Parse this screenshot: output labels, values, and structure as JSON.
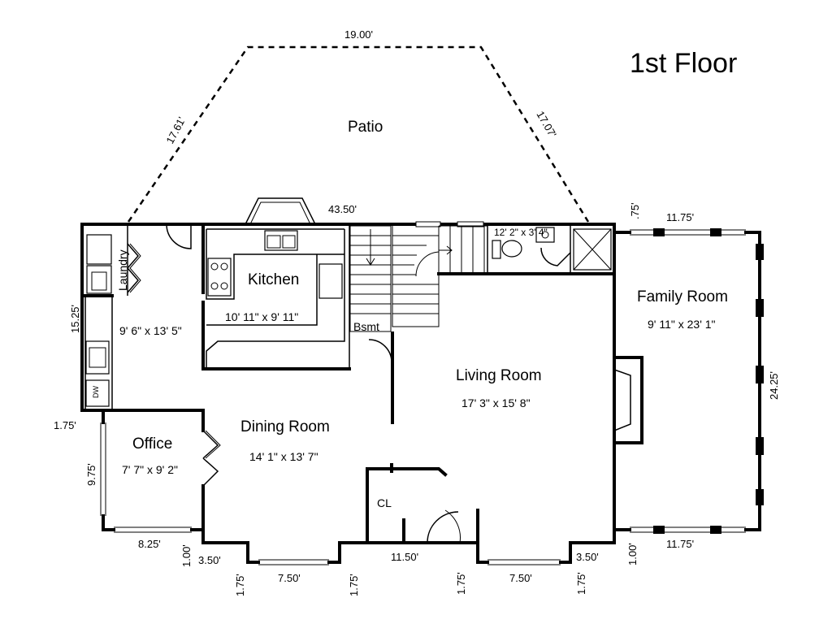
{
  "title": "1st Floor",
  "rooms": {
    "patio": {
      "name": "Patio"
    },
    "laundry": {
      "name": "Laundry"
    },
    "kitchen": {
      "name": "Kitchen",
      "size": "10' 11\" x 9' 11\""
    },
    "hall": {
      "size": "9' 6\" x 13' 5\""
    },
    "bsmt": {
      "name": "Bsmt"
    },
    "bath": {
      "size": "12' 2\" x 3' 4\""
    },
    "living": {
      "name": "Living Room",
      "size": "17' 3\" x 15' 8\""
    },
    "family": {
      "name": "Family Room",
      "size": "9' 11\" x 23' 1\""
    },
    "dining": {
      "name": "Dining Room",
      "size": "14' 1\" x 13' 7\""
    },
    "office": {
      "name": "Office",
      "size": "7' 7\" x 9' 2\""
    },
    "closet": {
      "name": "CL"
    }
  },
  "fixtures": {
    "dishwasher": "DW"
  },
  "dimensions": {
    "patio_top": "19.00'",
    "patio_left": "17.61'",
    "patio_right": "17.07'",
    "top_wall": "43.50'",
    "family_step": ".75'",
    "family_top": "11.75'",
    "left_upper": "15.25'",
    "left_step": "1.75'",
    "office_left": "9.75'",
    "office_bottom": "8.25'",
    "dining_step_v": "1.00'",
    "dining_step_h": "3.50'",
    "bay1_left": "1.75'",
    "bay1_width": "7.50'",
    "bay1_right": "1.75'",
    "middle_bottom": "11.50'",
    "bay2_left": "1.75'",
    "bay2_width": "7.50'",
    "bay2_right": "1.75'",
    "living_step_h": "3.50'",
    "family_step_v": "1.00'",
    "family_bottom": "11.75'",
    "family_right": "24.25'"
  }
}
